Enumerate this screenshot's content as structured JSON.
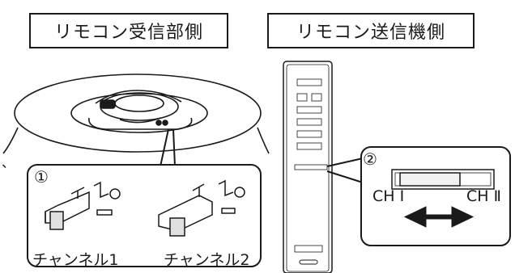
{
  "labels": {
    "receiver": "リモコン受信部側",
    "transmitter": "リモコン送信機側"
  },
  "callouts": {
    "one": "①",
    "two": "②"
  },
  "captions": {
    "channel1": "チャンネル1",
    "channel2": "チャンネル2"
  },
  "switch": {
    "left": "CH Ⅰ",
    "right": "CH Ⅱ"
  },
  "side_mark": "、"
}
